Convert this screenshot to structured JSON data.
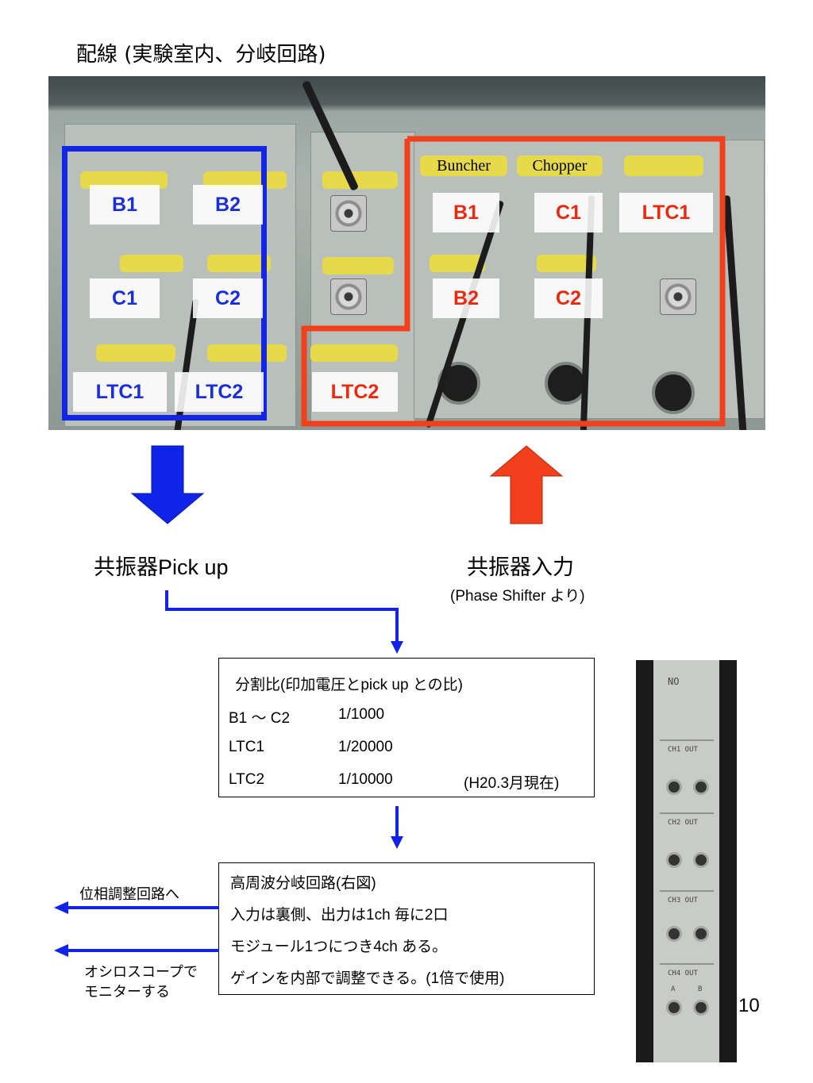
{
  "title": "配線  (実験室内、分岐回路)",
  "photo": {
    "panel_text": [
      "Buncher",
      "Chopper"
    ],
    "blue_labels": [
      "B1",
      "B2",
      "C1",
      "C2",
      "LTC1",
      "LTC2"
    ],
    "red_labels": [
      "B1",
      "C1",
      "LTC1",
      "B2",
      "C2",
      "LTC2"
    ]
  },
  "pickup_label": "共振器Pick up",
  "input_label": "共振器入力",
  "input_sublabel": "(Phase Shifter より)",
  "ratio_box": {
    "heading": "分割比(印加電圧とpick up との比)",
    "rows": [
      {
        "name": "B1 ～ C2",
        "value": "1/1000",
        "note": ""
      },
      {
        "name": "LTC1",
        "value": "1/20000",
        "note": ""
      },
      {
        "name": "LTC2",
        "value": "1/10000",
        "note": "(H20.3月現在)"
      }
    ]
  },
  "branch_box": {
    "lines": [
      "高周波分岐回路(右図)",
      "入力は裏側、出力は1ch 毎に2口",
      "モジュール1つにつき4ch ある。",
      "ゲインを内部で調整できる。(1倍で使用)"
    ]
  },
  "outputs": {
    "phase": "位相調整回路へ",
    "scope_line1": "オシロスコープで",
    "scope_line2": "モニターする"
  },
  "module_text": [
    "NO",
    "CH1 OUT",
    "CH2 OUT",
    "CH3 OUT",
    "CH4 OUT",
    "A",
    "B"
  ],
  "page_number": "10",
  "colors": {
    "blue": "#1326e6",
    "red": "#f2401c"
  }
}
